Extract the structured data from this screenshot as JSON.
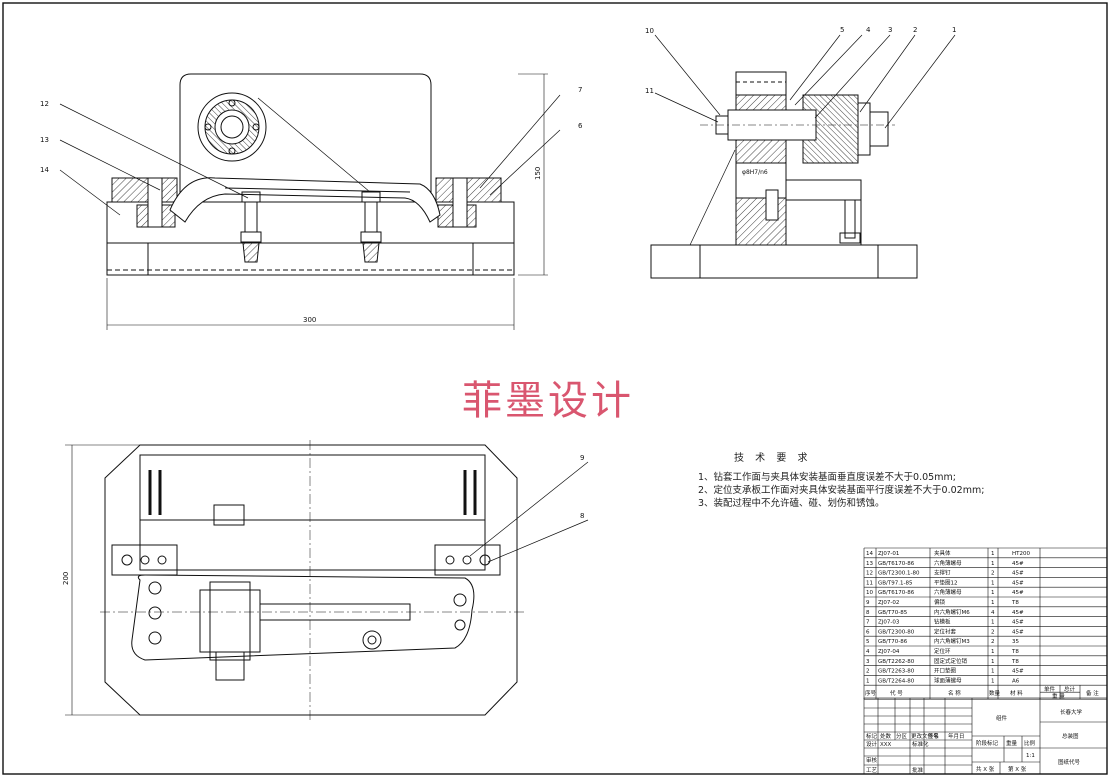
{
  "watermark": "菲墨设计",
  "dimensions": {
    "width": "300",
    "height_side": "150",
    "height_plan": "200"
  },
  "balloons": {
    "front": [
      "12",
      "13",
      "14",
      "7",
      "6"
    ],
    "side": [
      "10",
      "11",
      "5",
      "4",
      "3",
      "2",
      "1"
    ],
    "plan": [
      "9",
      "8"
    ]
  },
  "fit_note": "φ8H7/n6",
  "tech_requirements": {
    "title": "技 术 要 求",
    "items": [
      "1、钻套工作面与夹具体安装基面垂直度误差不大于0.05mm;",
      "2、定位支承板工作面对夹具体安装基面平行度误差不大于0.02mm;",
      "3、装配过程中不允许磕、碰、划伤和锈蚀。"
    ]
  },
  "bom": [
    {
      "no": "14",
      "code": "ZJ07-01",
      "name": "夹具体",
      "qty": "1",
      "material": "HT200"
    },
    {
      "no": "13",
      "code": "GB/T6170-86",
      "name": "六角薄螺母",
      "qty": "1",
      "material": "45#"
    },
    {
      "no": "12",
      "code": "GB/T2300.1-80",
      "name": "支撑钉",
      "qty": "2",
      "material": "45#"
    },
    {
      "no": "11",
      "code": "GB/T97.1-85",
      "name": "平垫圈12",
      "qty": "1",
      "material": "45#"
    },
    {
      "no": "10",
      "code": "GB/T6170-86",
      "name": "六角薄螺母",
      "qty": "1",
      "material": "45#"
    },
    {
      "no": "9",
      "code": "ZJ07-02",
      "name": "偏锁",
      "qty": "1",
      "material": "T8"
    },
    {
      "no": "8",
      "code": "GB/T70-85",
      "name": "内六角螺钉M6",
      "qty": "4",
      "material": "45#"
    },
    {
      "no": "7",
      "code": "ZJ07-03",
      "name": "钻模板",
      "qty": "1",
      "material": "45#"
    },
    {
      "no": "6",
      "code": "GB/T2300-80",
      "name": "定位衬套",
      "qty": "2",
      "material": "45#"
    },
    {
      "no": "5",
      "code": "GB/T70-86",
      "name": "内六角螺钉M3",
      "qty": "2",
      "material": "35"
    },
    {
      "no": "4",
      "code": "ZJ07-04",
      "name": "定位环",
      "qty": "1",
      "material": "T8"
    },
    {
      "no": "3",
      "code": "GB/T2262-80",
      "name": "固定式定位销",
      "qty": "1",
      "material": "T8"
    },
    {
      "no": "2",
      "code": "GB/T2263-80",
      "name": "开口垫圈",
      "qty": "1",
      "material": "45#"
    },
    {
      "no": "1",
      "code": "GB/T2264-80",
      "name": "球面薄螺母",
      "qty": "1",
      "material": "A6"
    }
  ],
  "bom_header": {
    "no": "序号",
    "code": "代 号",
    "name": "名 称",
    "qty": "数量",
    "material": "材 料",
    "unit_weight": "单件",
    "total": "总计",
    "weight": "重 量",
    "remark": "备 注"
  },
  "title_block": {
    "part_name": "组件",
    "school": "长春大学",
    "drawing_name": "总装图",
    "stage_label": "阶段标记",
    "weight_label": "重量",
    "scale_label": "比例",
    "scale": "1:1",
    "drawing_no_label": "图纸代号",
    "designer_label": "设计",
    "designer": "XXX",
    "standard_label": "标准化",
    "process_label": "工艺",
    "approve_label": "批准",
    "review_label": "审核",
    "sheets_total": "共 X 张",
    "sheet_no": "第 X 张",
    "mark_label": "标记",
    "count_label": "处数",
    "zone_label": "分区",
    "change_label": "更改文件号",
    "sign_label": "签名",
    "date_label": "年月日"
  }
}
